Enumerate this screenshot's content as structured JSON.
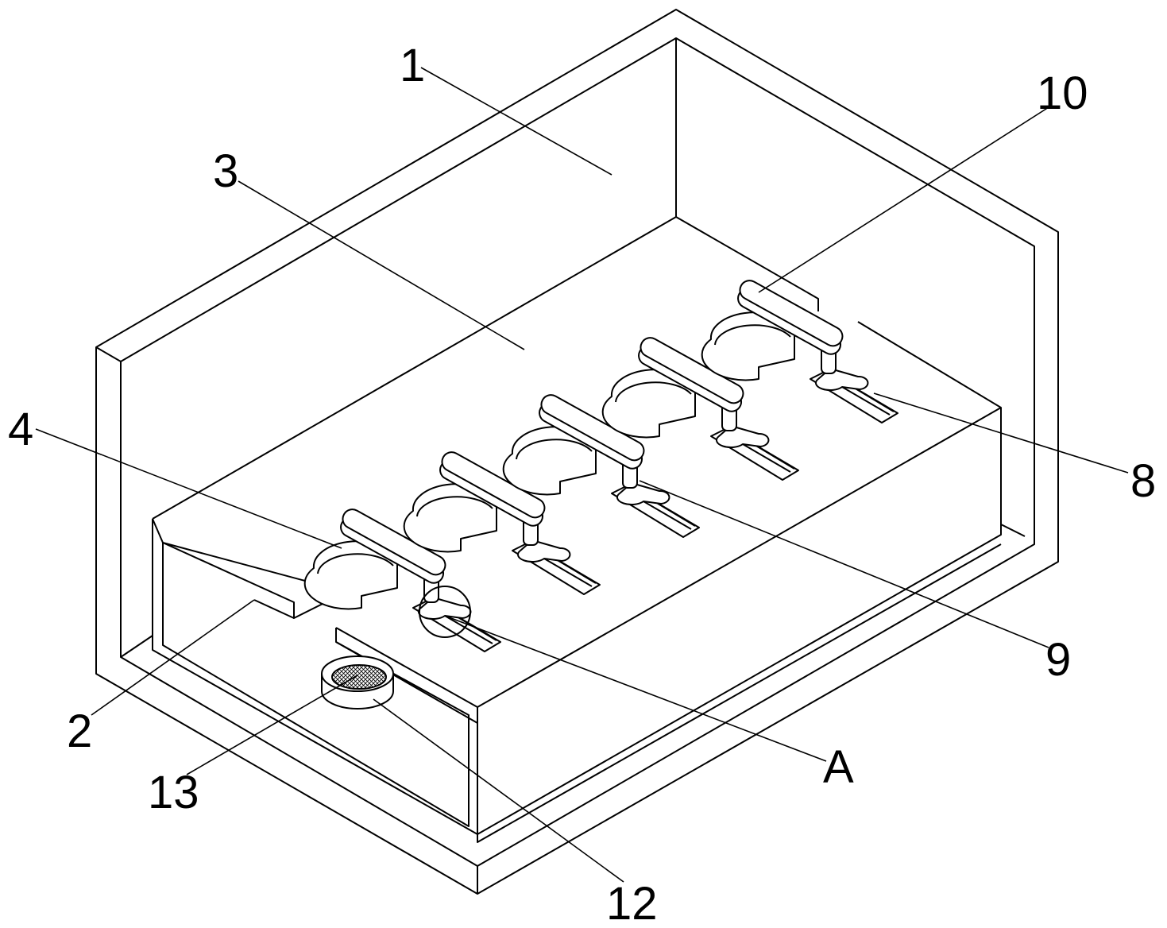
{
  "labels": [
    {
      "id": "1",
      "text": "1"
    },
    {
      "id": "2",
      "text": "2"
    },
    {
      "id": "3",
      "text": "3"
    },
    {
      "id": "4",
      "text": "4"
    },
    {
      "id": "8",
      "text": "8"
    },
    {
      "id": "9",
      "text": "9"
    },
    {
      "id": "10",
      "text": "10"
    },
    {
      "id": "12",
      "text": "12"
    },
    {
      "id": "13",
      "text": "13"
    },
    {
      "id": "A",
      "text": "A"
    }
  ],
  "colors": {
    "line": "#000000",
    "background": "#ffffff"
  }
}
